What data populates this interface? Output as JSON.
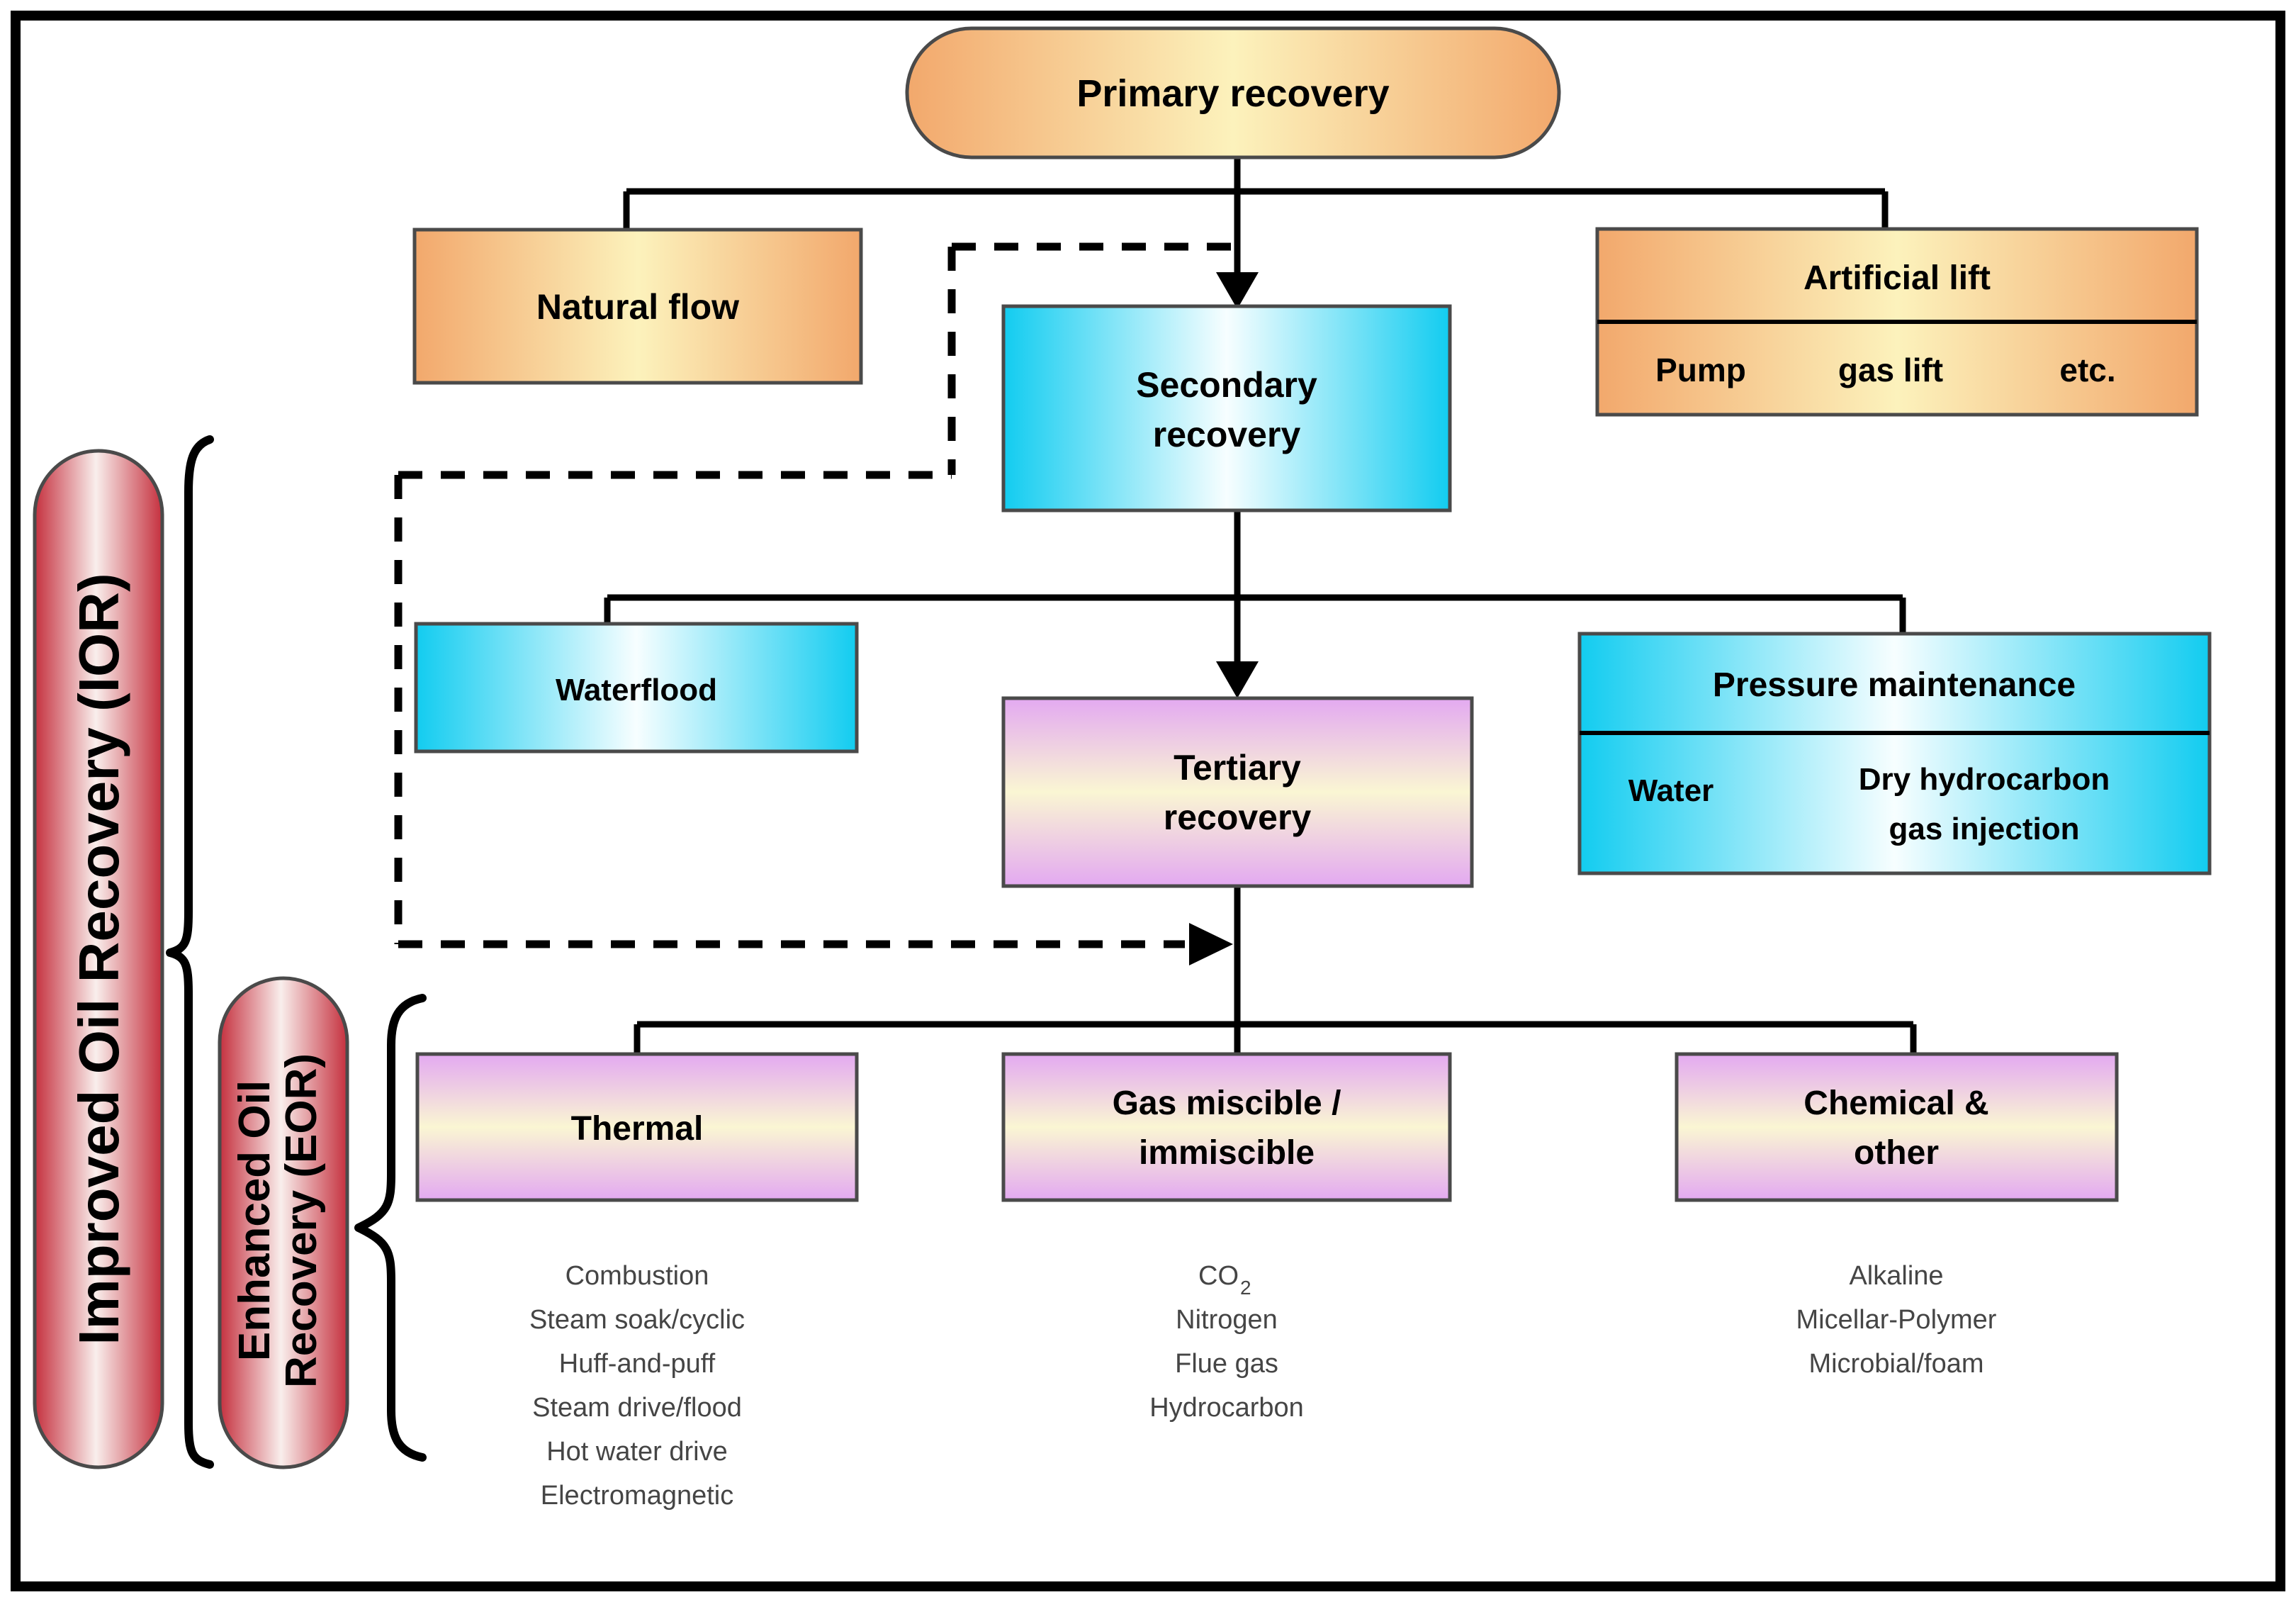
{
  "diagram": {
    "title_node": {
      "label": "Primary recovery"
    },
    "nodes": {
      "natural_flow": {
        "label": "Natural flow"
      },
      "artificial_lift": {
        "title": "Artificial lift",
        "item1": "Pump",
        "item2": "gas lift",
        "item3": "etc."
      },
      "secondary": {
        "line1": "Secondary",
        "line2": "recovery"
      },
      "waterflood": {
        "label": "Waterflood"
      },
      "pressure_maintenance": {
        "title": "Pressure maintenance",
        "item1": "Water",
        "item2_line1": "Dry hydrocarbon",
        "item2_line2": "gas injection"
      },
      "tertiary": {
        "line1": "Tertiary",
        "line2": "recovery"
      },
      "thermal": {
        "label": "Thermal"
      },
      "gas_miscible": {
        "line1": "Gas miscible /",
        "line2": "immiscible"
      },
      "chemical": {
        "line1": "Chemical &",
        "line2": "other"
      }
    },
    "side_labels": {
      "ior": {
        "label": "Improved Oil Recovery (IOR)"
      },
      "eor": {
        "line1": "Enhanced Oil",
        "line2": "Recovery (EOR)"
      }
    },
    "lists": {
      "thermal": [
        "Combustion",
        "Steam soak/cyclic",
        "Huff-and-puff",
        "Steam drive/flood",
        "Hot water drive",
        "Electromagnetic"
      ],
      "gas": {
        "first_main": "CO",
        "first_sub": "2",
        "rest": [
          "Nitrogen",
          "Flue gas",
          "Hydrocarbon"
        ]
      },
      "chemical": [
        "Alkaline",
        "Micellar-Polymer",
        "Microbial/foam"
      ]
    },
    "colors": {
      "orange_edge": "#F2A86C",
      "orange_center": "#FCF2BC",
      "cyan_edge": "#12CCF0",
      "cyan_center": "#F7FEFF",
      "purple_edge": "#E3A9F1",
      "purple_center": "#FAF6D3",
      "red_edge": "#C5303E",
      "red_center": "#F9EEEC",
      "line": "#000000",
      "list_text": "#454545",
      "box_border": "#4A4A4A"
    }
  }
}
